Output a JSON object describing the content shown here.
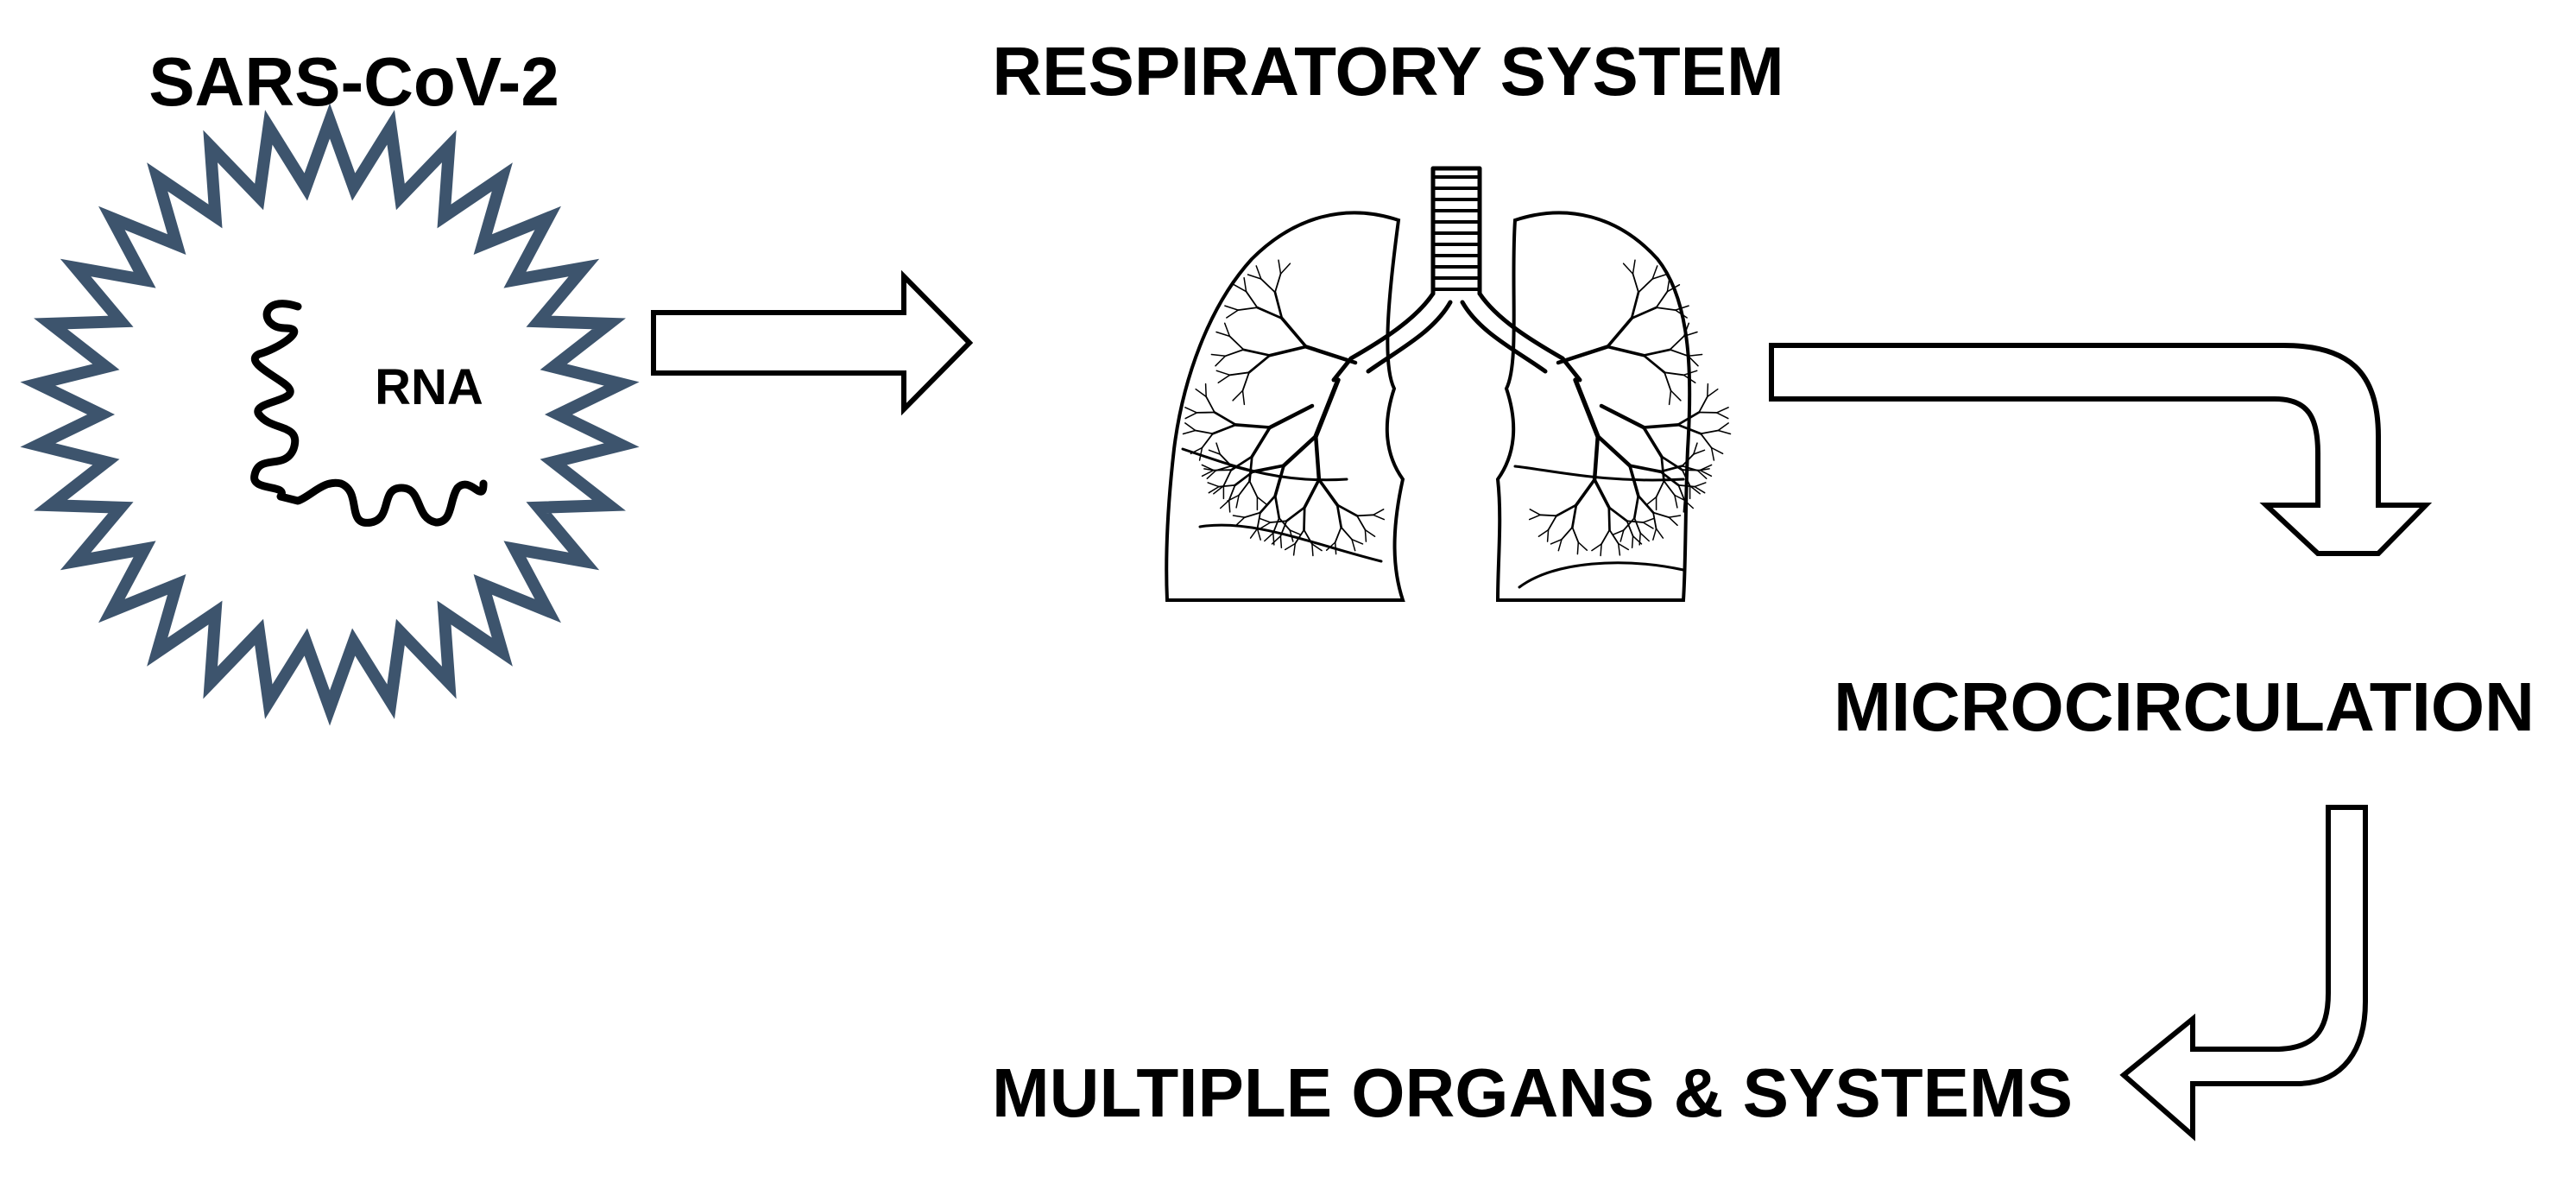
{
  "labels": {
    "virus": "SARS-CoV-2",
    "rna": "RNA",
    "respiratory": "RESPIRATORY SYSTEM",
    "microcirculation": "MICROCIRCULATION",
    "organs": "MULTIPLE ORGANS & SYSTEMS"
  },
  "colors": {
    "virus_outline": "#3d546d",
    "stroke": "#000000",
    "background": "#ffffff"
  },
  "icons": {
    "virus": "virus-icon",
    "lungs": "lungs-icon",
    "arrows": [
      "arrow-right",
      "arrow-curve-down",
      "arrow-curve-left"
    ]
  }
}
